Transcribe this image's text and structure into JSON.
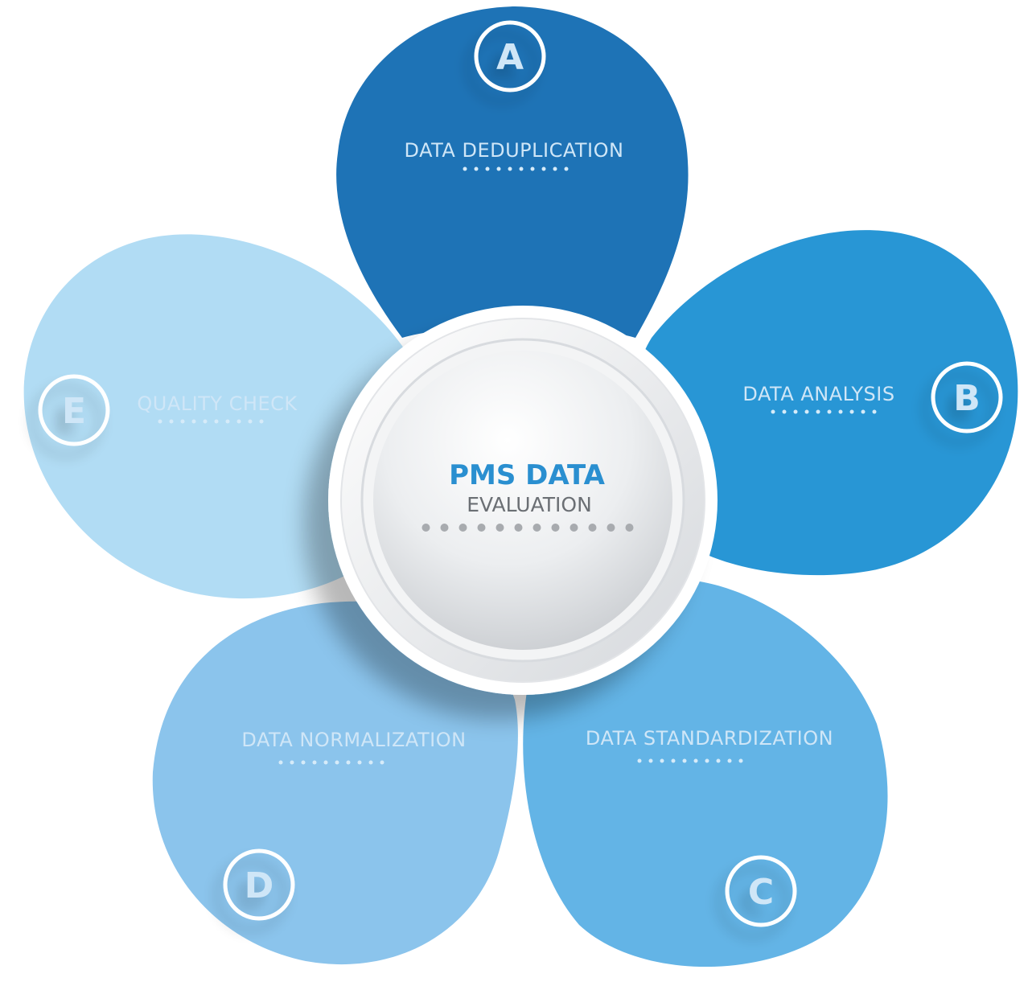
{
  "center": {
    "title": "PMS DATA",
    "subtitle": "EVALUATION",
    "title_color": "#2a8fd0",
    "subtitle_color": "#6b6f74"
  },
  "petals": [
    {
      "letter": "A",
      "label": "DATA DEDUPLICATION",
      "color": "#1e73b6"
    },
    {
      "letter": "B",
      "label": "DATA ANALYSIS",
      "color": "#2896d5"
    },
    {
      "letter": "C",
      "label": "DATA STANDARDIZATION",
      "color": "#63b4e6"
    },
    {
      "letter": "D",
      "label": "DATA NORMALIZATION",
      "color": "#8bc4ec"
    },
    {
      "letter": "E",
      "label": "QUALITY CHECK",
      "color": "#b1dcf4"
    }
  ],
  "petal_text_color": "#cfe6f7"
}
